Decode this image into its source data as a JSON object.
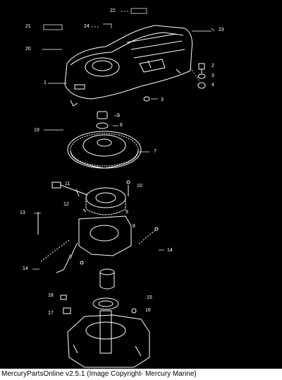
{
  "diagram": {
    "callouts": [
      "22",
      "21",
      "24",
      "23",
      "20",
      "1",
      "2",
      "3",
      "4",
      "3",
      "5",
      "6",
      "19",
      "7",
      "11",
      "10",
      "12",
      "9",
      "13",
      "8",
      "14",
      "14",
      "18",
      "15",
      "17",
      "16"
    ]
  },
  "caption": "MercuryPartsOnline v2.5.1 (Image Copyright- Mercury Marine)",
  "colors": {
    "background": "#000000",
    "line_art": "#ffffff",
    "page": "#ffffff"
  }
}
